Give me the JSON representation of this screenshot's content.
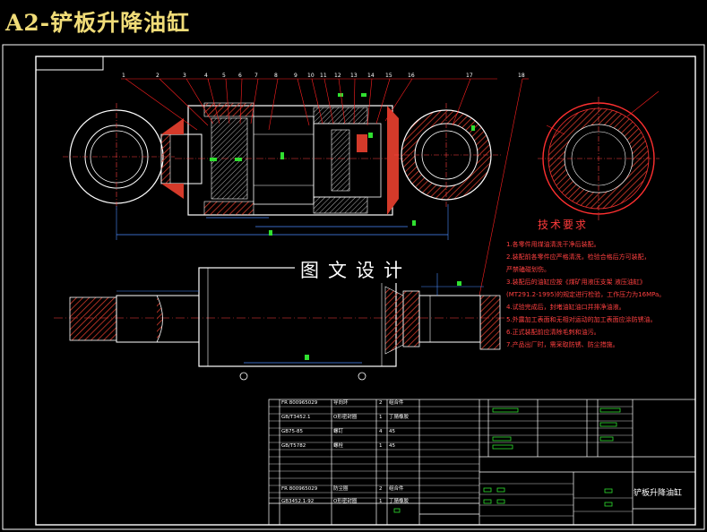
{
  "title": "A2-铲板升降油缸",
  "overlay_text": "图文设计",
  "tech_requirements": {
    "heading": "技术要求",
    "items": [
      "1.各零件用煤油清洗干净后装配。",
      "2.装配前各零件应严格清洗，检验合格后方可装配，",
      "  严禁磕碰划伤。",
      "3.装配后的油缸应按《煤矿用液压支架 液压油缸》",
      "  (MT291.2-1995)的规定进行检验，工作压力为16MPa。",
      "4.试验完成后，封堵油缸油口并排净油液。",
      "5.外露加工表面和无相对运动的加工表面应涂防锈油。",
      "6.正式装配前应清除毛刺和油污。",
      "7.产品出厂时，需采取防锈、防尘措施。"
    ]
  },
  "title_block": {
    "drawing_name": "铲板升降油缸",
    "rows": [
      {
        "code": "FR 800965029",
        "name": "导向环",
        "qty": "2",
        "mat": "组合件"
      },
      {
        "code": "GB/T3452.1",
        "name": "O形密封圈",
        "qty": "1",
        "mat": "丁腈橡胶"
      },
      {
        "code": "GB75-85",
        "name": "螺钉",
        "qty": "4",
        "mat": "45"
      },
      {
        "code": "GB/T5782",
        "name": "螺栓",
        "qty": "1",
        "mat": "45"
      },
      {
        "code": "FR 800965029",
        "name": "防尘圈",
        "qty": "2",
        "mat": "组合件"
      },
      {
        "code": "GB3452.1-92",
        "name": "O形密封圈",
        "qty": "1",
        "mat": "丁腈橡胶"
      }
    ]
  },
  "colors": {
    "background": "#000000",
    "title": "#f0dc78",
    "lines": "#ffffff",
    "leaders": "#ff2020",
    "dims": "#4a8cff",
    "hatch": "#d43a2a",
    "green": "#30e030",
    "yellow": "#f0e040"
  }
}
